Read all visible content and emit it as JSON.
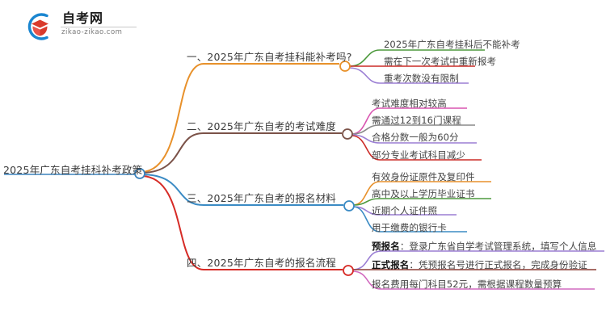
{
  "logo": {
    "name": "自考网",
    "url": "zikao-zikao.com",
    "mark_colors": {
      "arc": "#1a86d0",
      "book": "#d93a2b"
    }
  },
  "mindmap": {
    "root": {
      "label": "2025年广东自考挂科补考政策",
      "underline_color": "#3b83bd",
      "node_color": "#3b83bd"
    },
    "branches": [
      {
        "label": "一、2025年广东自考挂科能补考吗?",
        "color": "#E8912B",
        "node_color": "#E8912B",
        "leaves": [
          {
            "text": "2025年广东自考挂科后不能补考",
            "color": "#4E9A3E"
          },
          {
            "text": "需在下一次考试中重新报考",
            "color": "#CC2B27"
          },
          {
            "text": "重考次数没有限制",
            "color": "#9B7FD4"
          }
        ]
      },
      {
        "label": "二、2025年广东自考的考试难度",
        "color": "#7B5248",
        "node_color": "#7B5248",
        "leaves": [
          {
            "text": "考试难度相对较高",
            "color": "#D855B0"
          },
          {
            "text": "需通过12到16门课程",
            "color": "#8A8A8A"
          },
          {
            "text": "合格分数一般为60分",
            "color": "#9B7FD4"
          },
          {
            "text": "部分专业考试科目减少",
            "color": "#CC2B27"
          }
        ]
      },
      {
        "label": "三、2025年广东自考的报名材料",
        "color": "#3B8BC4",
        "node_color": "#3B8BC4",
        "leaves": [
          {
            "text": "有效身份证原件及复印件",
            "color": "#E8912B"
          },
          {
            "text": "高中及以上学历毕业证书",
            "color": "#4E9A3E"
          },
          {
            "text": "近期个人证件照",
            "color": "#9B7FD4"
          },
          {
            "text": "用于缴费的银行卡",
            "color": "#3B8BC4"
          }
        ]
      },
      {
        "label": "四、2025年广东自考的报名流程",
        "color": "#D62B26",
        "node_color": "#D62B26",
        "leaves": [
          {
            "bold": "预报名",
            "sep": "：",
            "text": "登录广东省自学考试管理系统，填写个人信息",
            "color": "#9B7FD4"
          },
          {
            "bold": "正式报名",
            "sep": "：",
            "text": "凭预报名号进行正式报名，完成身份验证",
            "color": "#8C3B34"
          },
          {
            "bold": "",
            "sep": "",
            "text": "报名费用每门科目52元，需根据课程数量预算",
            "color": "#D16ABF"
          }
        ]
      }
    ]
  }
}
